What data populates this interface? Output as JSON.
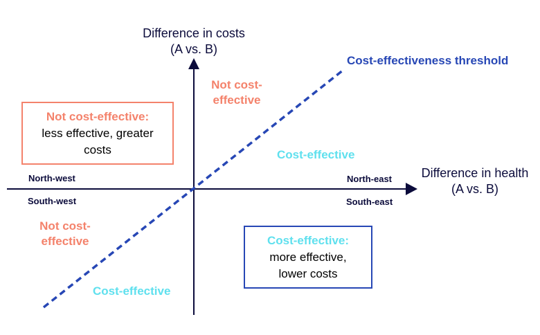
{
  "axes": {
    "y_title_line1": "Difference in costs",
    "y_title_line2": "(A vs. B)",
    "x_title_line1": "Difference in health",
    "x_title_line2": "(A vs. B)"
  },
  "quadrants": {
    "north_west": "North-west",
    "south_west": "South-west",
    "north_east": "North-east",
    "south_east": "South-east"
  },
  "threshold_label": "Cost-effectiveness threshold",
  "zones": {
    "ne_above_line1": "Not cost-",
    "ne_above_line2": "effective",
    "ne_below": "Cost-effective",
    "sw_above_line1": "Not cost-",
    "sw_above_line2": "effective",
    "sw_below": "Cost-effective"
  },
  "boxes": {
    "nw_heading": "Not cost-effective:",
    "nw_line1": "less effective, greater",
    "nw_line2": "costs",
    "se_heading": "Cost-effective:",
    "se_line1": "more effective,",
    "se_line2": "lower costs"
  },
  "colors": {
    "axis": "#0b0b3b",
    "threshold": "#2747b5",
    "not_cost_effective": "#f4826b",
    "cost_effective": "#5fe0ee",
    "se_box_border": "#2747b5",
    "nw_box_border": "#f4826b"
  }
}
